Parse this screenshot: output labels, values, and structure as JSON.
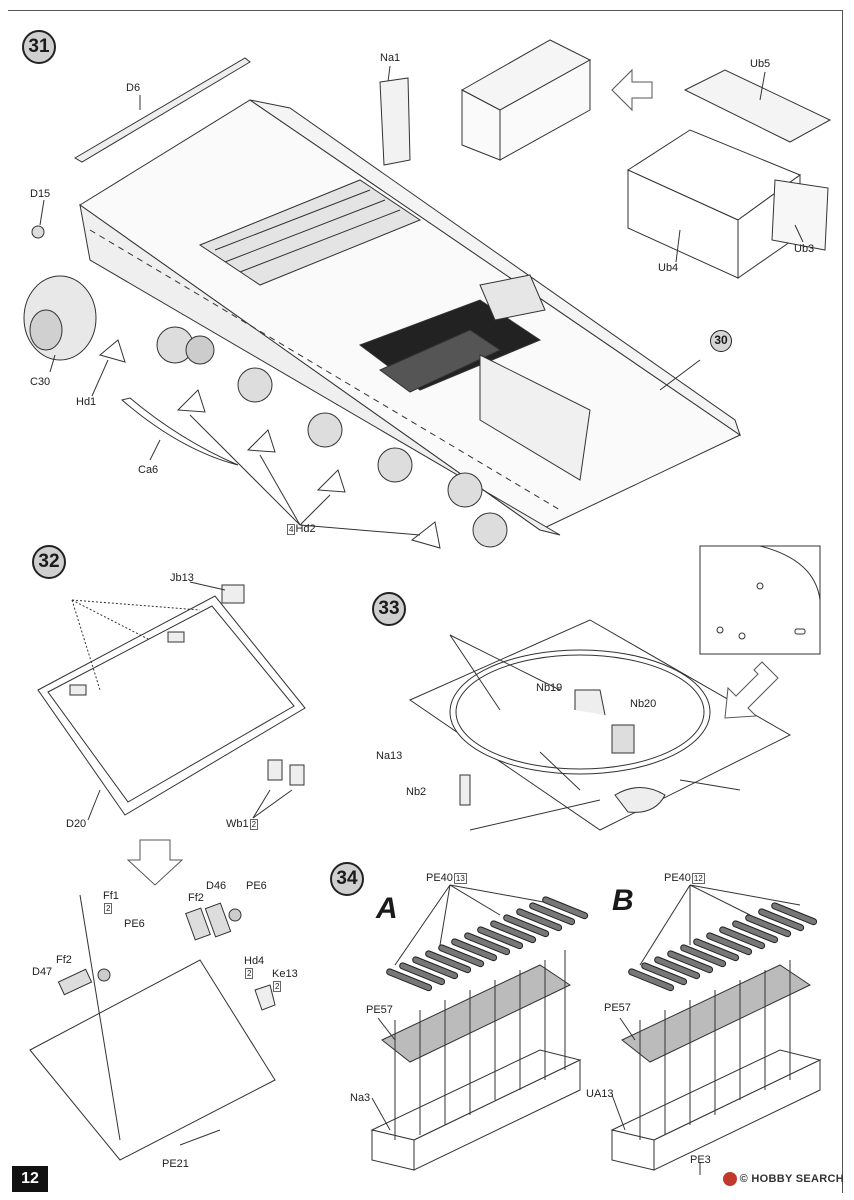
{
  "page": {
    "number": "12",
    "watermark": "© HOBBY SEARCH"
  },
  "steps": {
    "s31": {
      "number": "31",
      "ref": "30",
      "labels": {
        "d6": "D6",
        "d15": "D15",
        "c30": "C30",
        "hd1": "Hd1",
        "ca6": "Ca6",
        "hd2": "Hd2",
        "hd2_qty": "4",
        "na1": "Na1",
        "ub5": "Ub5",
        "ub4": "Ub4",
        "ub3": "Ub3"
      }
    },
    "s32": {
      "number": "32",
      "labels": {
        "jb13": "Jb13",
        "d20": "D20",
        "wb1": "Wb1",
        "wb1_qty": "2",
        "ff1": "Ff1",
        "ff1_qty": "2",
        "pe6a": "PE6",
        "pe6b": "PE6",
        "d46": "D46",
        "ff2a": "Ff2",
        "ff2b": "Ff2",
        "d47": "D47",
        "hd4": "Hd4",
        "hd4_qty": "2",
        "ke13": "Ke13",
        "ke13_qty": "2",
        "pe21": "PE21"
      }
    },
    "s33": {
      "number": "33",
      "labels": {
        "nb19": "Nb19",
        "nb20": "Nb20",
        "na13": "Na13",
        "nb2": "Nb2"
      }
    },
    "s34": {
      "number": "34",
      "variant_a": "A",
      "variant_b": "B",
      "labels": {
        "pe40a": "PE40",
        "pe40a_qty": "13",
        "pe57a": "PE57",
        "na3": "Na3",
        "pe40b": "PE40",
        "pe40b_qty": "12",
        "pe57b": "PE57",
        "ua13": "UA13",
        "pe3": "PE3"
      }
    }
  }
}
